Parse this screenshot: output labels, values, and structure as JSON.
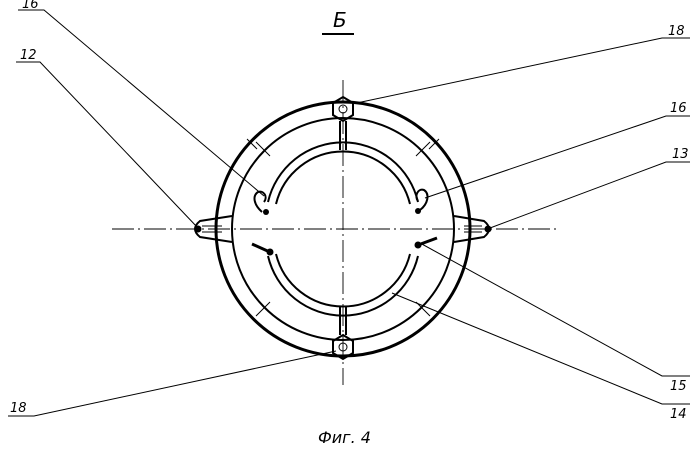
{
  "view_label": "Б",
  "caption": "Фиг. 4",
  "callouts": {
    "c16_left": "16",
    "c12": "12",
    "c18_top": "18",
    "c16_right": "16",
    "c13": "13",
    "c15": "15",
    "c14": "14",
    "c18_bottom": "18"
  }
}
